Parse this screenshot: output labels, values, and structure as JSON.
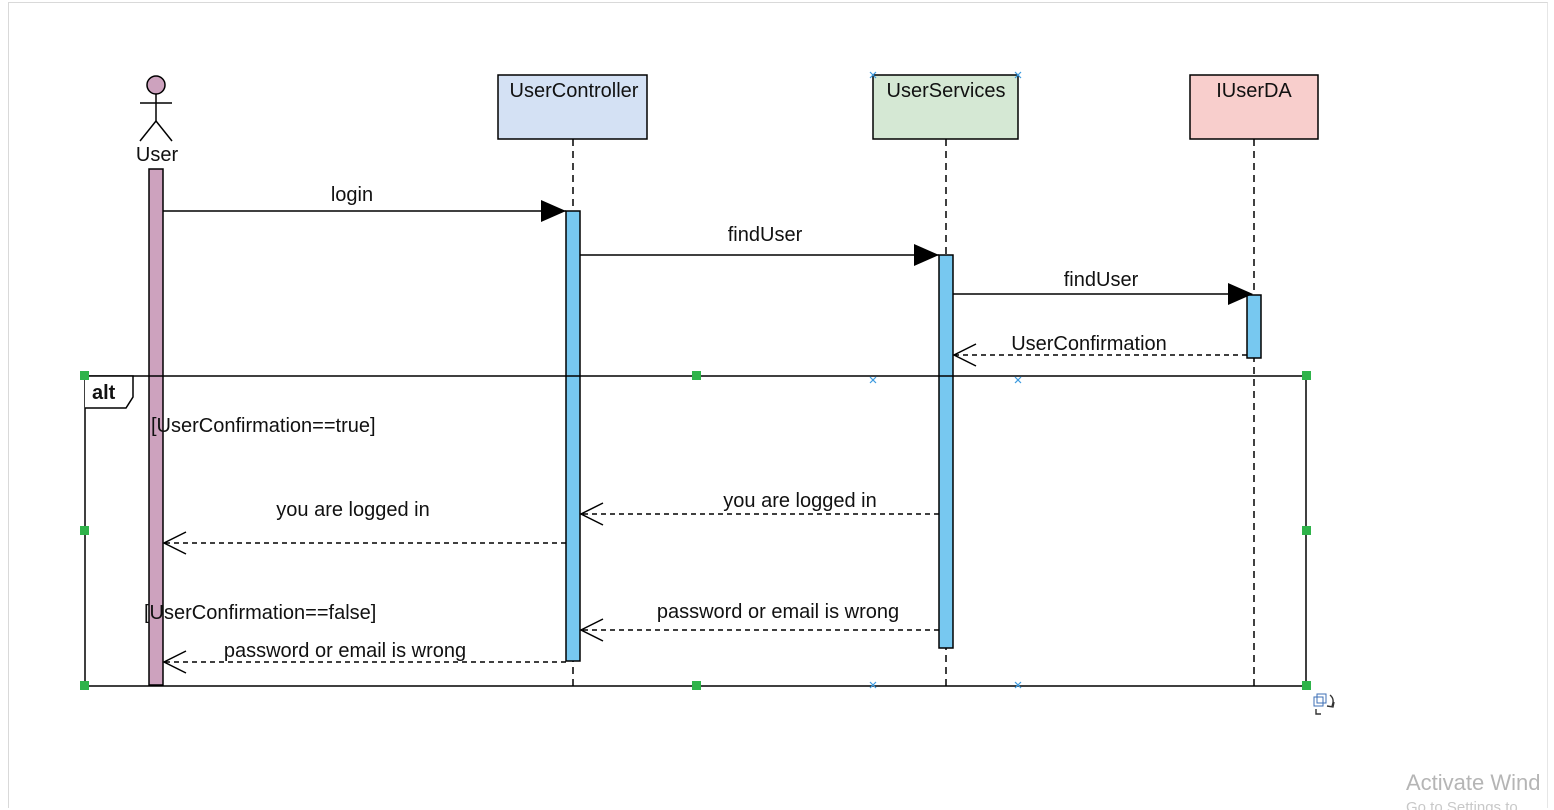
{
  "colors": {
    "user_activation": "#cda2be",
    "activation": "#77c8f0",
    "user_controller_fill": "#d4e1f4",
    "user_services_fill": "#d5e8d4",
    "iuserda_fill": "#f8cecc",
    "user_head": "#cda2be",
    "selection_handle": "#2fb34a",
    "selection_x": "#3d9be0"
  },
  "participants": {
    "user": "User",
    "user_controller": "UserController",
    "user_services": "UserServices",
    "iuserda": "IUserDA"
  },
  "messages": {
    "login": "login",
    "find_user_1": "findUser",
    "find_user_2": "findUser",
    "user_confirmation": "UserConfirmation",
    "logged_in_services": "you are logged in",
    "logged_in_controller": "you are logged in",
    "wrong_services": "password or email is wrong",
    "wrong_controller": "password or email is wrong"
  },
  "fragment": {
    "operator": "alt",
    "guard_true": "[UserConfirmation==true]",
    "guard_false": "[UserConfirmation==false]"
  },
  "watermark": {
    "line1": "Activate Wind",
    "line2": "Go to Settings to"
  },
  "icons": {
    "actor": "stick-figure-icon",
    "resize": "resize-handle-icon"
  }
}
